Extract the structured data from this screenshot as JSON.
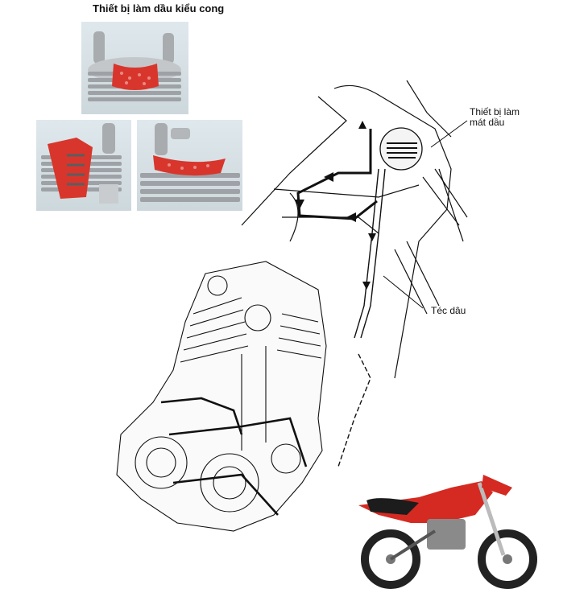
{
  "title": "Thiết bị làm dầu kiểu cong",
  "labels": {
    "cooler_line1": "Thiết bị làm",
    "cooler_line2": "mát dầu",
    "tank": "Téc dâu"
  },
  "colors": {
    "photo_bg": "#d6e0e4",
    "metal": "#b9bcbf",
    "cutaway_red": "#d8362c",
    "line": "#111111",
    "bike_red": "#d42a22"
  }
}
